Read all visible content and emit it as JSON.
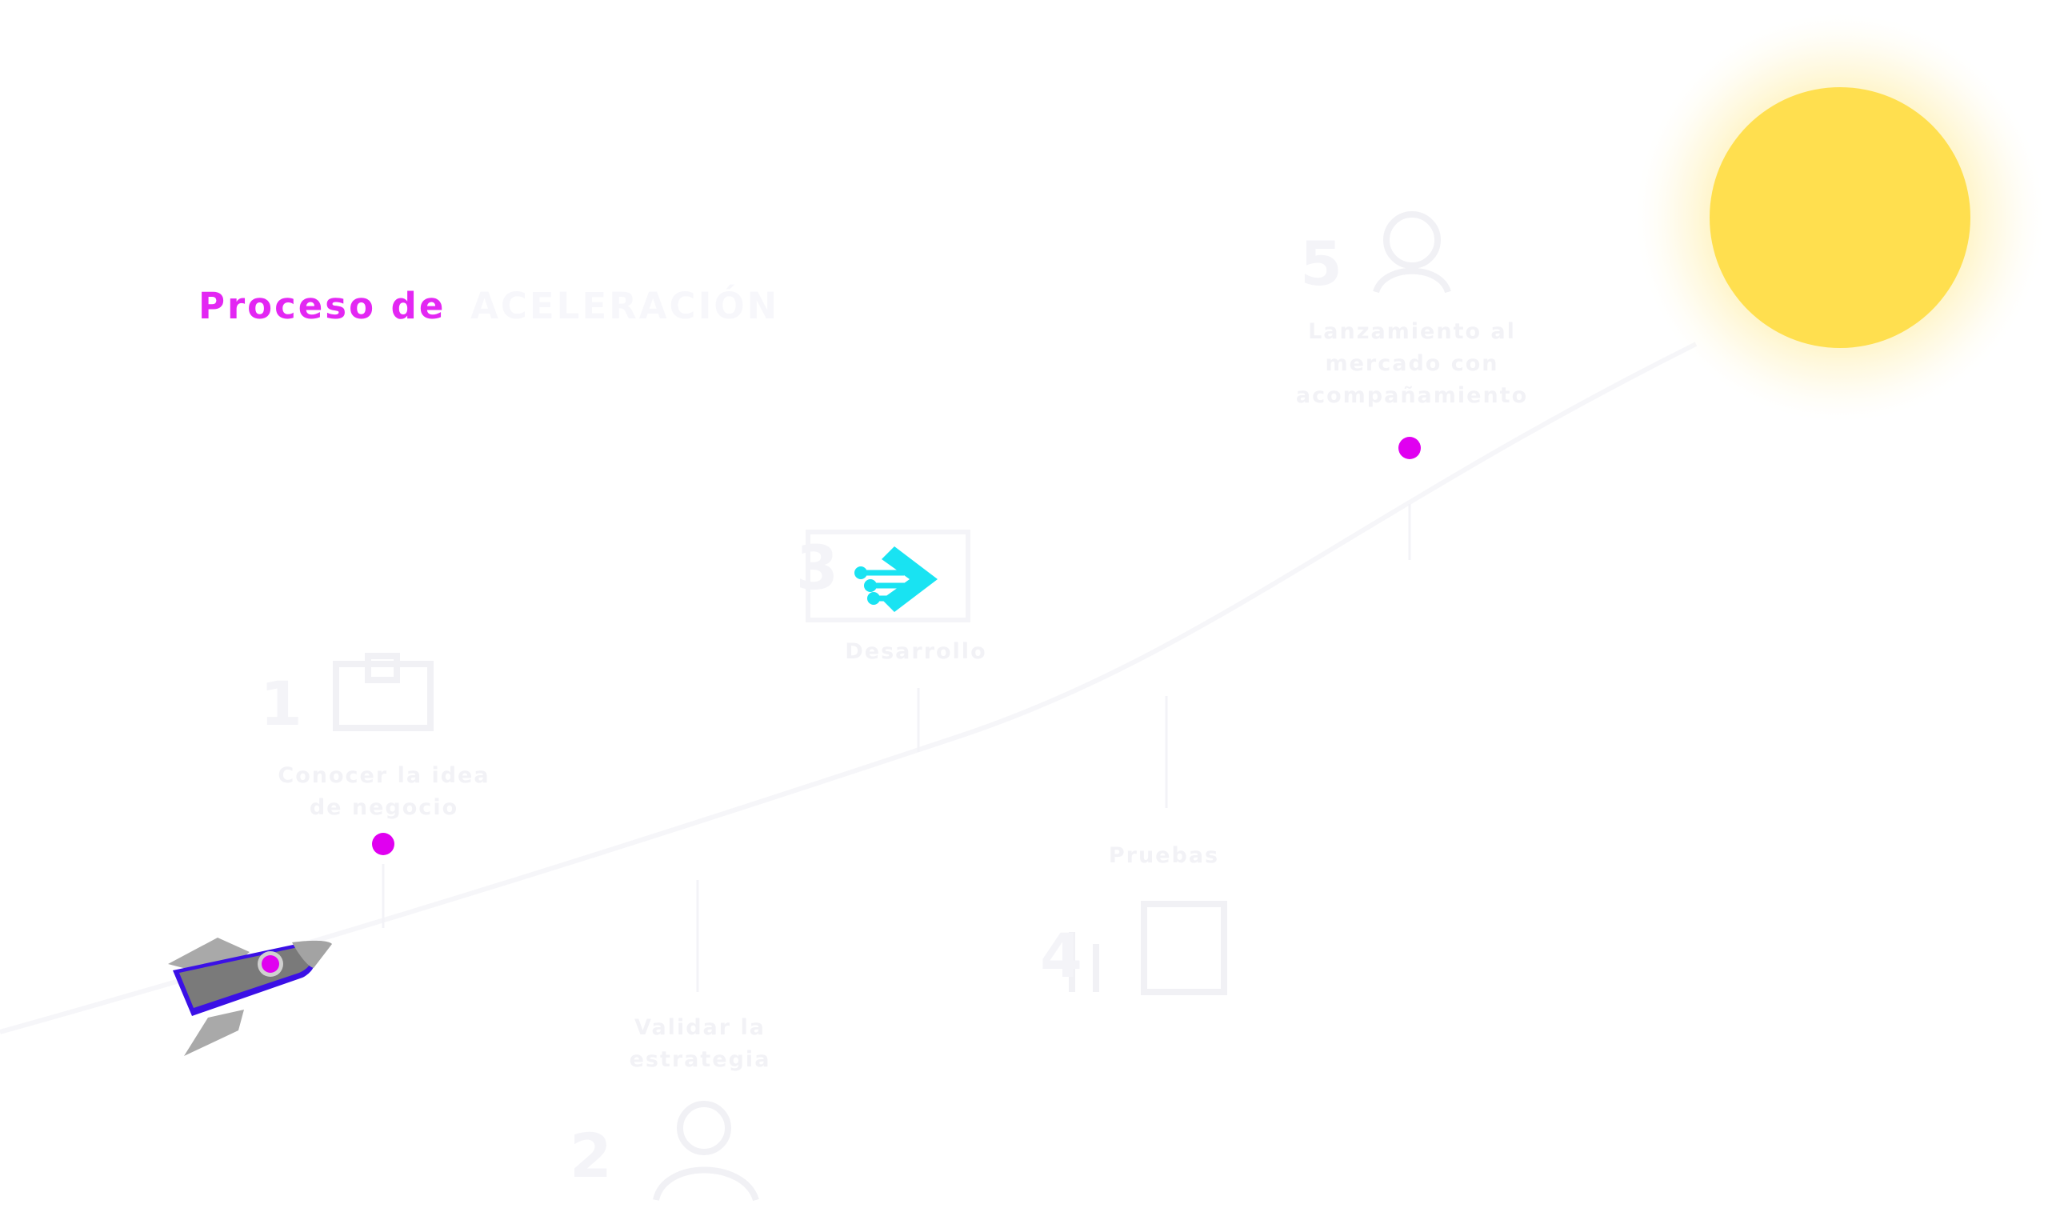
{
  "title": {
    "prefix": "Proceso de",
    "highlight": "ACELERACIÓN"
  },
  "steps": [
    {
      "number": "1",
      "label": "Conocer la idea\nde negocio",
      "icon": "checklist-icon"
    },
    {
      "number": "2",
      "label": "Validar la\nestrategia",
      "icon": "team-icon"
    },
    {
      "number": "3",
      "label": "Desarrollo",
      "icon": "arrow-circuit-icon"
    },
    {
      "number": "4",
      "label": "Pruebas",
      "icon": "chart-icon"
    },
    {
      "number": "5",
      "label": "Lanzamiento al\nmercado con\nacompañamiento",
      "icon": "growth-icon"
    }
  ],
  "colors": {
    "accent": "#e327f3",
    "marker": "#e000f0",
    "sun": "#ffdf4f",
    "rocket_body": "#7a7a7a",
    "rocket_trim": "#3b10e6",
    "logo": "#19e3f2"
  },
  "icons": [
    "rocket-icon",
    "sun-icon",
    "arrow-circuit-logo-icon"
  ]
}
